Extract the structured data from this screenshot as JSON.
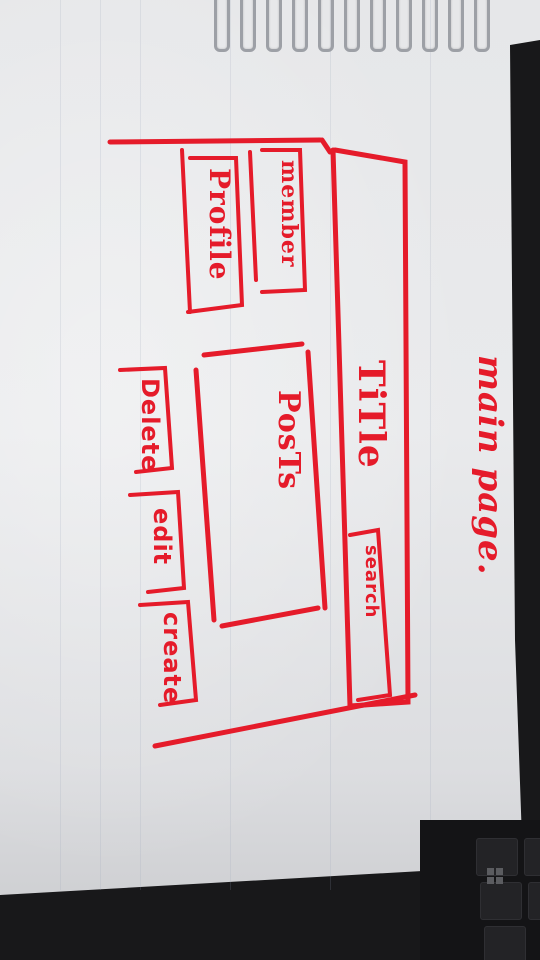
{
  "page_title": "main page.",
  "header": {
    "title": "TiTle",
    "search_button": "search"
  },
  "sidebar": {
    "member_tab": "member",
    "profile_tab": "Profile"
  },
  "main": {
    "posts_label": "PosTs"
  },
  "actions": {
    "delete_button": "Delete",
    "edit_button": "edit",
    "create_button": "create"
  },
  "colors": {
    "ink": "#e51b2a",
    "paper": "#e7e8ea"
  }
}
